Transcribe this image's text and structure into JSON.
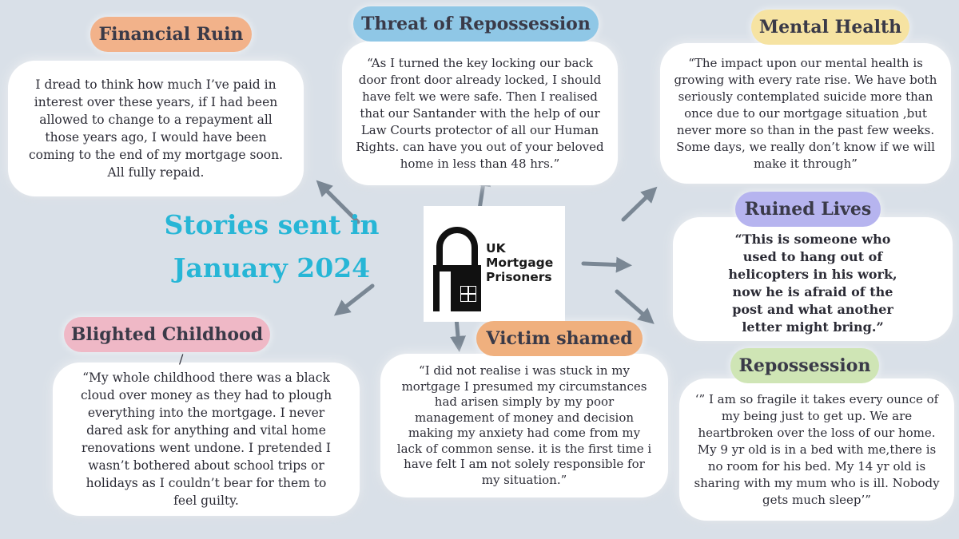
{
  "colors": {
    "background": "#d9e0e8",
    "headline": "#27b6d6",
    "arrow": "#7a8794",
    "financial_ruin": "#f2b28a",
    "threat": "#8fc7e6",
    "mental_health": "#f6e3a2",
    "ruined_lives": "#b6b4ef",
    "repossession": "#cfe5b5",
    "victim_shamed": "#f0b07e",
    "blighted_childhood": "#efb8c6"
  },
  "headline": {
    "line1": "Stories sent in",
    "line2": "January 2024"
  },
  "logo": {
    "icon": "padlock-house-icon",
    "line1": "UK",
    "line2": "Mortgage",
    "line3": "Prisoners"
  },
  "stories": {
    "financial_ruin": {
      "title": "Financial Ruin",
      "text": "I dread to think how much I’ve paid in interest over these years, if I had been allowed to change to a repayment all those years ago, I would have been coming to the end of my mortgage soon. All fully repaid."
    },
    "threat": {
      "title": "Threat of Repossession",
      "text": "“As I turned the key locking our back door front door already locked, I should have felt we were safe. Then I realised that our Santander with the help of our Law Courts protector of all our Human Rights. can have you out of your beloved home in less than 48 hrs.”"
    },
    "mental_health": {
      "title": "Mental Health",
      "text": "“The impact upon our mental health is growing with every rate rise. We have both seriously contemplated suicide more than once due to our mortgage situation ,but never more so than in the past few weeks. Some days, we really don’t know if we will make it through”"
    },
    "ruined_lives": {
      "title": "Ruined Lives",
      "text": "“This is someone who used to hang out of helicopters in his work, now he is afraid of the post and what another letter might bring.”"
    },
    "repossession": {
      "title": "Repossession",
      "text": "‘” I am so fragile it takes every ounce of my being just to get up. We are heartbroken over the loss of our home. My 9 yr old is in a bed with me,there is no room for his bed. My 14 yr old is sharing with my mum who is ill. Nobody gets much sleep’”"
    },
    "victim_shamed": {
      "title": "Victim shamed",
      "text": "“I did not realise i was stuck in my mortgage I presumed my circumstances had arisen simply by my poor management of money and decision making my anxiety had come from my lack of common sense. it is the first time i have felt I am not solely responsible for my situation.”"
    },
    "blighted_childhood": {
      "title": "Blighted Childhood",
      "mark": "/",
      "text": "“My whole childhood there was a black cloud over money as they had to plough everything into the mortgage. I never dared ask for anything and vital home renovations went undone. I pretended I wasn’t bothered about school trips or holidays as I couldn’t bear for them to feel guilty."
    }
  }
}
